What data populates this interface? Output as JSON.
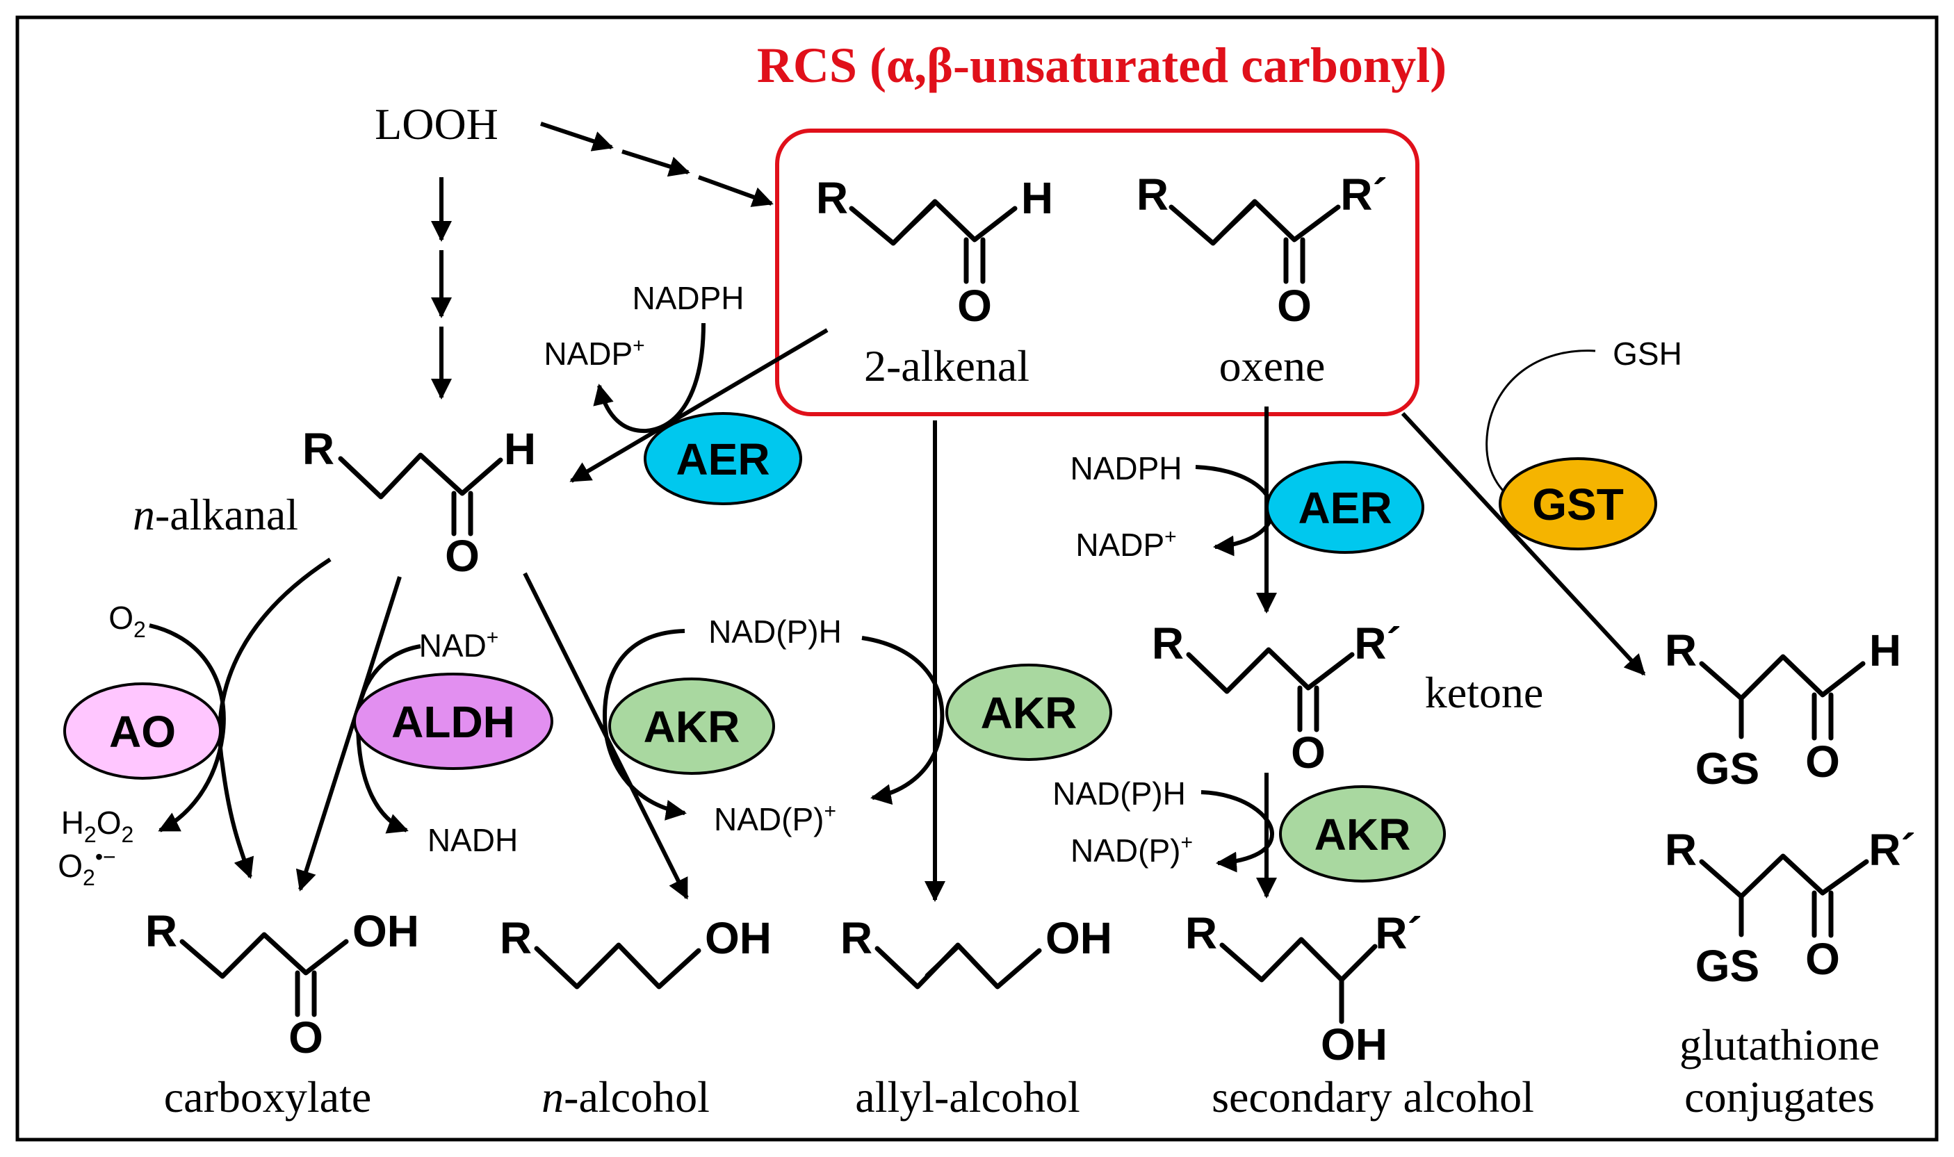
{
  "title": "RCS (α,β-unsaturated carbonyl)",
  "colors": {
    "title": "#e0101a",
    "rcs_box": "#e0101a",
    "AER": "#00c8ee",
    "GST": "#f5b400",
    "AO": "#ffc6ff",
    "ALDH": "#e28ff0",
    "AKR": "#a9d8a0"
  },
  "nodes": {
    "looh": "LOOH",
    "alkenal": {
      "label": "2-alkenal",
      "R": "R",
      "H": "H",
      "O": "O"
    },
    "oxene": {
      "label": "oxene",
      "R": "R",
      "R2": "R´",
      "O": "O"
    },
    "alkanal": {
      "label": "n-alkanal",
      "label_italic": "n",
      "label_rest": "-alkanal",
      "R": "R",
      "H": "H",
      "O": "O"
    },
    "ketone": {
      "label": "ketone",
      "R": "R",
      "R2": "R´",
      "O": "O"
    },
    "carboxylate": {
      "label": "carboxylate",
      "R": "R",
      "OH": "OH",
      "O": "O"
    },
    "alcohol": {
      "label": "n-alcohol",
      "label_italic": "n",
      "label_rest": "-alcohol",
      "R": "R",
      "OH": "OH"
    },
    "allyl": {
      "label": "allyl-alcohol",
      "R": "R",
      "OH": "OH"
    },
    "secondary": {
      "label": "secondary alcohol",
      "R": "R",
      "R2": "R´",
      "OH": "OH"
    },
    "gs1": {
      "R": "R",
      "H": "H",
      "GS": "GS",
      "O": "O"
    },
    "gs2": {
      "R": "R",
      "R2": "R´",
      "GS": "GS",
      "O": "O"
    },
    "glutathione": {
      "line1": "glutathione",
      "line2": "conjugates"
    }
  },
  "enzymes": {
    "aer1": "AER",
    "aer2": "AER",
    "gst": "GST",
    "ao": "AO",
    "aldh": "ALDH",
    "akr1": "AKR",
    "akr2": "AKR",
    "akr3": "AKR"
  },
  "cofactors": {
    "aer1_in": "NADPH",
    "aer1_out_base": "NADP",
    "aer1_out_sup": "+",
    "aer2_in": "NADPH",
    "aer2_out_base": "NADP",
    "aer2_out_sup": "+",
    "gsh": "GSH",
    "ao_in_base": "O",
    "ao_in_sub": "2",
    "ao_out1_a": "H",
    "ao_out1_sub1": "2",
    "ao_out1_b": "O",
    "ao_out1_sub2": "2",
    "ao_out2_base": "O",
    "ao_out2_sub": "2",
    "ao_out2_sup": "•−",
    "aldh_in_base": "NAD",
    "aldh_in_sup": "+",
    "aldh_out": "NADH",
    "akr_in": "NAD(P)H",
    "akr_out_base": "NAD(P)",
    "akr_out_sup": "+",
    "akr3_in": "NAD(P)H",
    "akr3_out_base": "NAD(P)",
    "akr3_out_sup": "+"
  }
}
